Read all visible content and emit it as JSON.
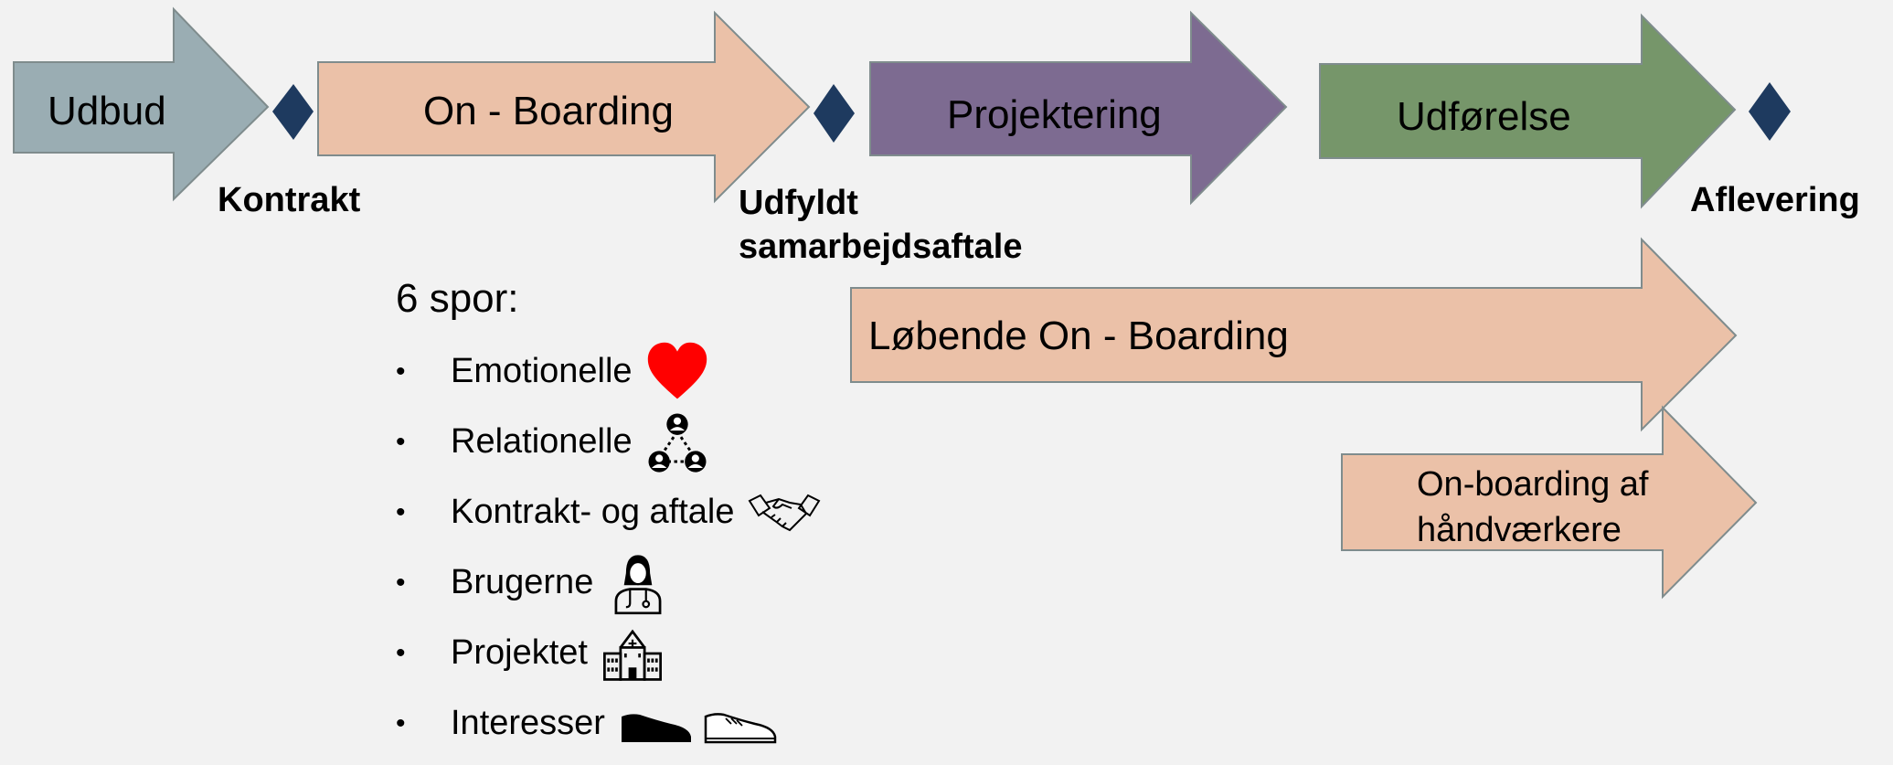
{
  "colors": {
    "udbud": "#9aadb3",
    "onboarding": "#ebc1a8",
    "projektering": "#7d6b91",
    "udforelse": "#76966a",
    "milestone": "#1e3a5f",
    "heart": "#ff0000",
    "outline": "#7f8c8d"
  },
  "phases": [
    {
      "label": "Udbud"
    },
    {
      "label": "On - Boarding"
    },
    {
      "label": "Projektering"
    },
    {
      "label": "Udførelse"
    }
  ],
  "milestones": [
    {
      "label": "Kontrakt"
    },
    {
      "label": "Udfyldt samarbejdsaftale"
    },
    {
      "label": "Aflevering"
    }
  ],
  "continuous": {
    "label": "Løbende On - Boarding",
    "sub_label_line1": "On-boarding af",
    "sub_label_line2": "håndværkere"
  },
  "tracks": {
    "heading": "6 spor:",
    "items": [
      {
        "label": "Emotionelle",
        "icon": "heart-icon"
      },
      {
        "label": "Relationelle",
        "icon": "network-people-icon"
      },
      {
        "label": "Kontrakt- og aftale",
        "icon": "handshake-icon"
      },
      {
        "label": "Brugerne",
        "icon": "doctor-user-icon"
      },
      {
        "label": "Projektet",
        "icon": "hospital-building-icon"
      },
      {
        "label": "Interesser",
        "icon": "shoes-icon"
      }
    ]
  }
}
